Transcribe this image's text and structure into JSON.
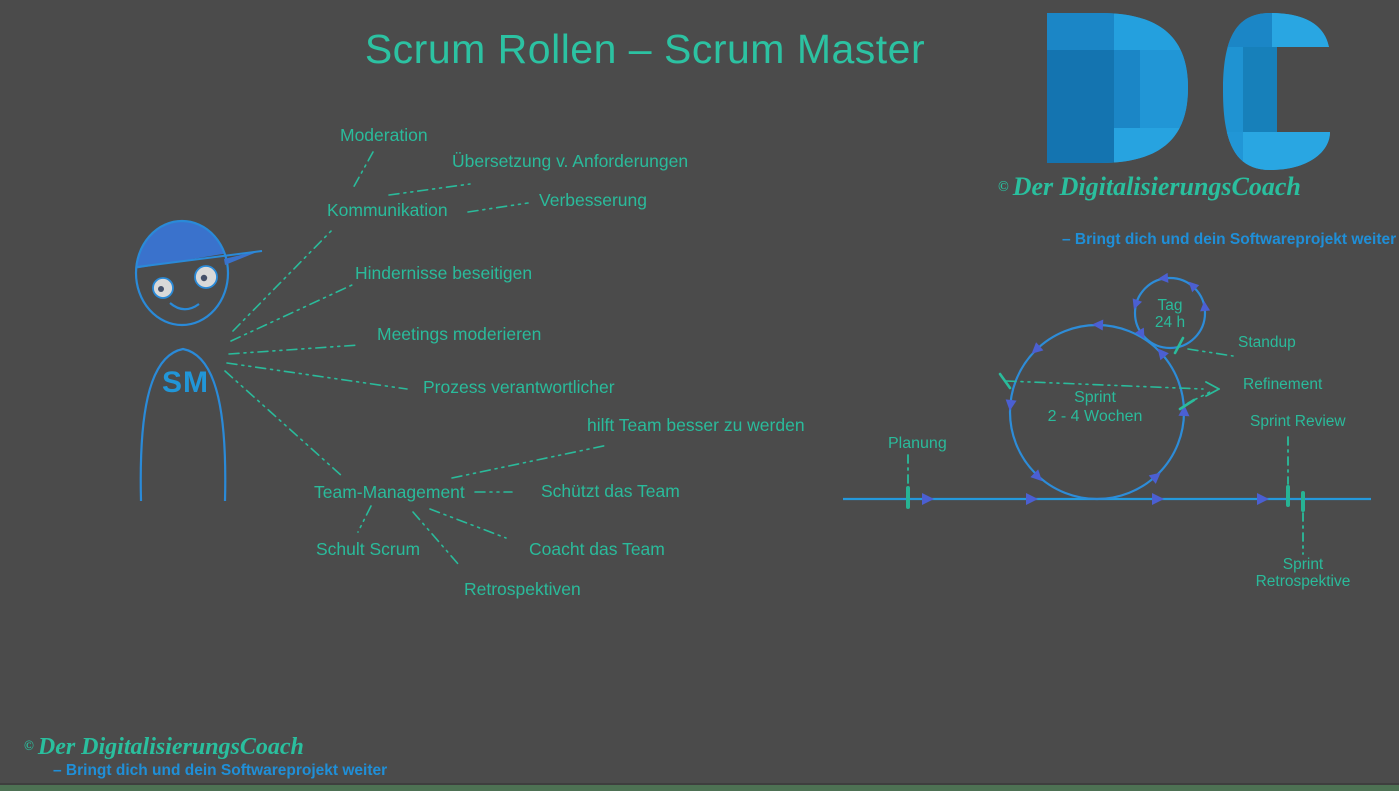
{
  "title": "Scrum Rollen – Scrum Master",
  "figure": {
    "label": "SM"
  },
  "mindmap": {
    "nodes": [
      {
        "id": "moderation",
        "label": "Moderation"
      },
      {
        "id": "uebersetzung",
        "label": "Übersetzung v. Anforderungen"
      },
      {
        "id": "kommunikation",
        "label": "Kommunikation"
      },
      {
        "id": "verbesserung",
        "label": "Verbesserung"
      },
      {
        "id": "hindernisse",
        "label": "Hindernisse beseitigen"
      },
      {
        "id": "meetings",
        "label": "Meetings moderieren"
      },
      {
        "id": "prozess",
        "label": "Prozess verantwortlicher"
      },
      {
        "id": "hilft",
        "label": "hilft Team besser zu werden"
      },
      {
        "id": "teammanagement",
        "label": "Team-Management"
      },
      {
        "id": "schuetzt",
        "label": "Schützt das Team"
      },
      {
        "id": "schult",
        "label": "Schult Scrum"
      },
      {
        "id": "coacht",
        "label": "Coacht das Team"
      },
      {
        "id": "retrospektiven",
        "label": "Retrospektiven"
      }
    ]
  },
  "process": {
    "sprint_title": "Sprint",
    "sprint_duration": "2 - 4 Wochen",
    "day_title": "Tag",
    "day_duration": "24 h",
    "planung": "Planung",
    "standup": "Standup",
    "refinement": "Refinement",
    "sprint_review": "Sprint Review",
    "sprint_retro_line1": "Sprint",
    "sprint_retro_line2": "Retrospektive"
  },
  "branding": {
    "logo_text": "DC",
    "copyright_symbol": "©",
    "name": "Der DigitalisierungsCoach",
    "tagline": "– Bringt dich und dein Softwareprojekt weiter"
  },
  "colors": {
    "background": "#4b4b4b",
    "teal_text": "#2abb9b",
    "title_teal": "#2cc2a2",
    "figure_blue": "#2a8ad8",
    "cap_blue": "#3a72cc",
    "circle_blue": "#2d8cd8",
    "timeline_blue": "#2499dc",
    "arrow_blue": "#4b5fd2",
    "logo_dark": "#1474b0",
    "logo_mid": "#1b86c6",
    "logo_base": "#1f93d2",
    "logo_light": "#29a6e2",
    "script_teal": "#2abf9e",
    "tagline_blue": "#1f8fd8",
    "bottom_bar_green": "#4d7153"
  }
}
